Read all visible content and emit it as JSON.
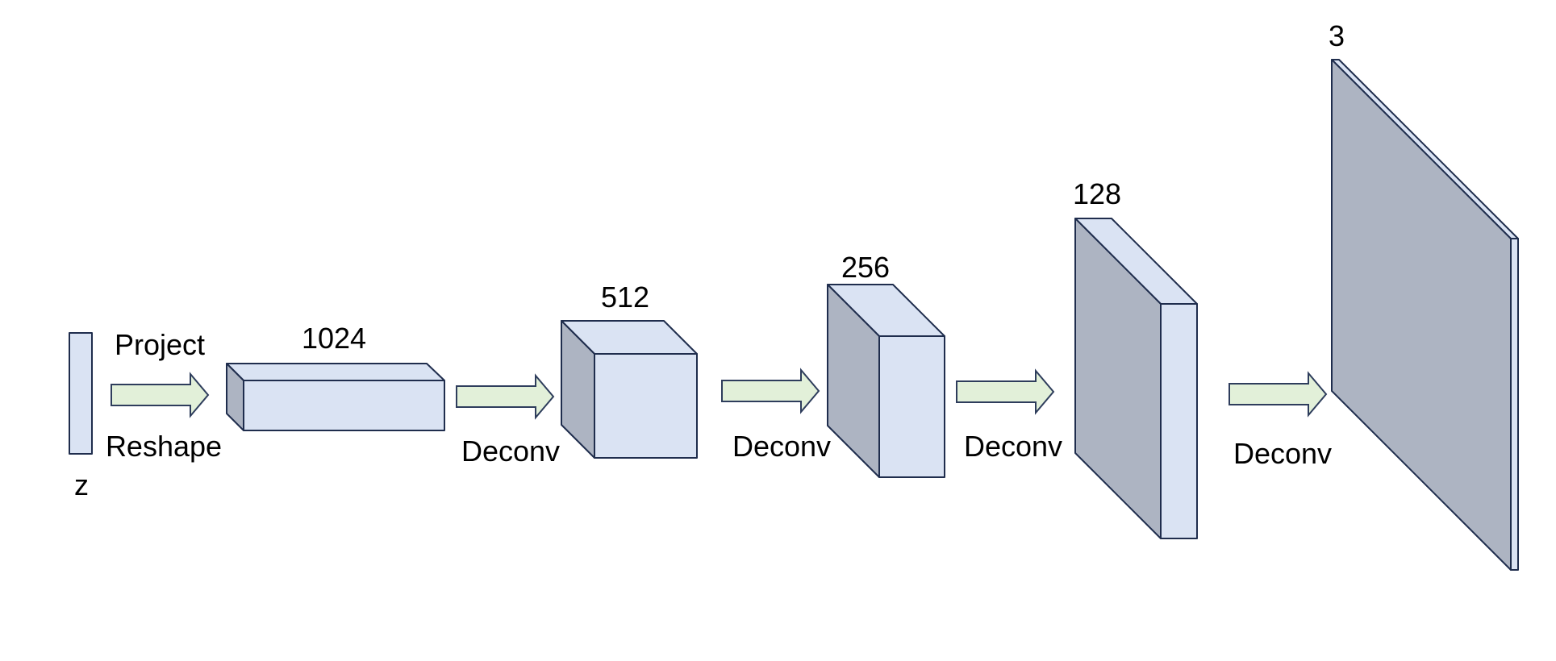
{
  "colors": {
    "block_face": "#dae3f3",
    "block_shadow": "#adb4c2",
    "block_outline": "#1f2d4d",
    "arrow_fill": "#e2f0d9"
  },
  "labels": {
    "z": "z",
    "project": "Project",
    "reshape": "Reshape",
    "ch_1024": "1024",
    "ch_512": "512",
    "ch_256": "256",
    "ch_128": "128",
    "ch_3": "3",
    "deconv_1": "Deconv",
    "deconv_2": "Deconv",
    "deconv_3": "Deconv",
    "deconv_4": "Deconv"
  }
}
